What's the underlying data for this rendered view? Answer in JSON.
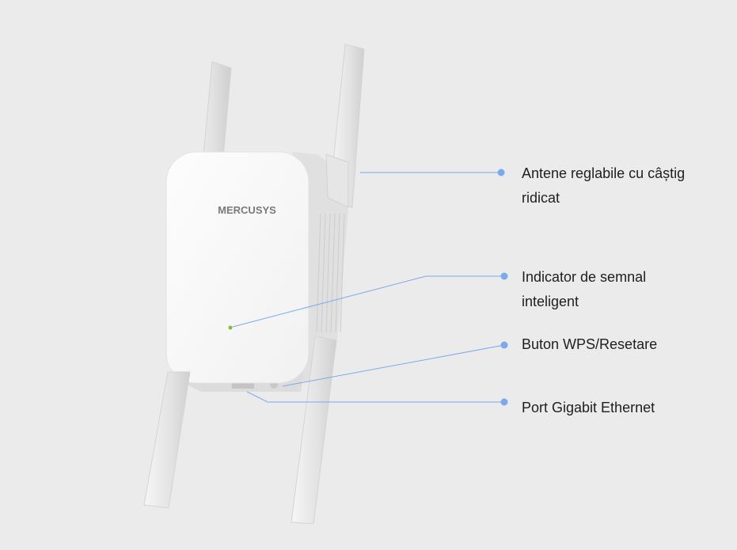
{
  "product": {
    "brand_logo": "MERCUSYS"
  },
  "callouts": [
    {
      "id": "antennas",
      "line1": "Antene reglabile cu câștig",
      "line2": "ridicat"
    },
    {
      "id": "indicator",
      "line1": "Indicator de semnal",
      "line2": "inteligent"
    },
    {
      "id": "wps",
      "line1": "Buton WPS/Resetare"
    },
    {
      "id": "ethernet",
      "line1": "Port Gigabit Ethernet"
    }
  ],
  "colors": {
    "background": "#ebebeb",
    "callout_line": "#7aa9ee",
    "led": "#7fbf2a"
  }
}
